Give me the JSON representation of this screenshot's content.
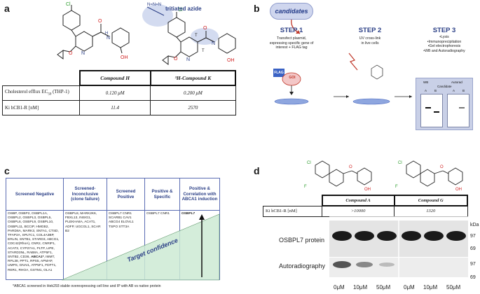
{
  "panels": {
    "a": "a",
    "b": "b",
    "c": "c",
    "d": "d"
  },
  "panel_a": {
    "annotation": "tritiated azide",
    "table": {
      "headers": [
        "Compound H",
        "³H-Compound K"
      ],
      "rows": [
        {
          "label_main": "Cholesterol efflux EC",
          "label_sub": "50",
          "label_tail": " (THP-1)",
          "values": [
            "0.120 μM",
            "0.200 μM"
          ]
        },
        {
          "label_main": "Ki hCB1-R [nM]",
          "label_sub": "",
          "label_tail": "",
          "values": [
            "11.4",
            "2570"
          ]
        }
      ]
    }
  },
  "panel_b": {
    "candidates": "candidates",
    "step1": {
      "title": "STEP 1",
      "desc": [
        "Transfect plasmid,",
        "expressing specific gene of",
        "interest + FLAG tag"
      ],
      "flag": "FLAG",
      "goi": "GOI"
    },
    "step2": {
      "title": "STEP 2",
      "desc": [
        "UV cross-link",
        "in live cells"
      ]
    },
    "step3": {
      "title": "STEP 3",
      "desc": [
        "•Lysis",
        "•Immunoprecipitation",
        "•Gel electrophoresis",
        "•WB and Autoradiography"
      ]
    },
    "gel": {
      "wb": "WB",
      "autorad": "Autorad",
      "candidate": "Candidate",
      "a": "A",
      "b": "B"
    }
  },
  "panel_c": {
    "headers": [
      "Screened Negative",
      "Screened-Inconclusive (clone failure)",
      "Screened Positive",
      "Positive & Specific",
      "Positive & Correlation with ABCA1 induction"
    ],
    "col1_pre": "OSBP, OSBP2, OSBPL1A, OSBPL2, OSBPL3, OSBPL5, OSBPL6, OSBPL9, OSBPL10, OSBPL11, BCCIP, HMGB2, PARD6A, MARK3, SNTA1, CTSD, TFAP2A, SPLTC1, COL4A3BP, ERLIN, SNTB1, STARD3, ABCG1, CDC42(RhoA), CNR2, CNRIP1, ACAT2, CYP27A1, PLTP, LIPE, STARD3NL, RAB8A, ATP5F1, SNTB2, CD36, ",
    "col1_bold": "ABCA1*",
    "col1_post": ", IMMT, RPL38, PPT1, RPS5, APMAP, UMPS, GNAI1, ATP5F1, FDFT1, RER1, RHOA, GSTM1, OLA1",
    "col2": "OSBPL8, MARK2K6, FBXL13, INSIG1, PLEKHA8A, ACAT1, ADFP, UGCGL1, SCAR B2",
    "col3": "OSBPL7 CNR1 SCARB1 CAV1 ABCG4 ELOVL1 TSPO STT3A",
    "col4": "OSBPL7 CNR1",
    "col5": "OSBPL7",
    "arrow_label": "Target confidence",
    "footnote": "*ABCA1 screened in Hek293 stable overexpressing cell line and IP with AB vs native protein"
  },
  "panel_d": {
    "table": {
      "headers": [
        "Compound A",
        "Compound G"
      ],
      "row_label": "Ki hCB1-R [nM]",
      "values": [
        ">10000",
        "1320"
      ]
    },
    "kda": "kDa",
    "markers": [
      "97",
      "69",
      "97",
      "69"
    ],
    "blot_labels": [
      "OSBPL7 protein",
      "Autoradiography"
    ],
    "concentrations": [
      "0μM",
      "10μM",
      "50μM",
      "0μM",
      "10μM",
      "50μM"
    ]
  }
}
